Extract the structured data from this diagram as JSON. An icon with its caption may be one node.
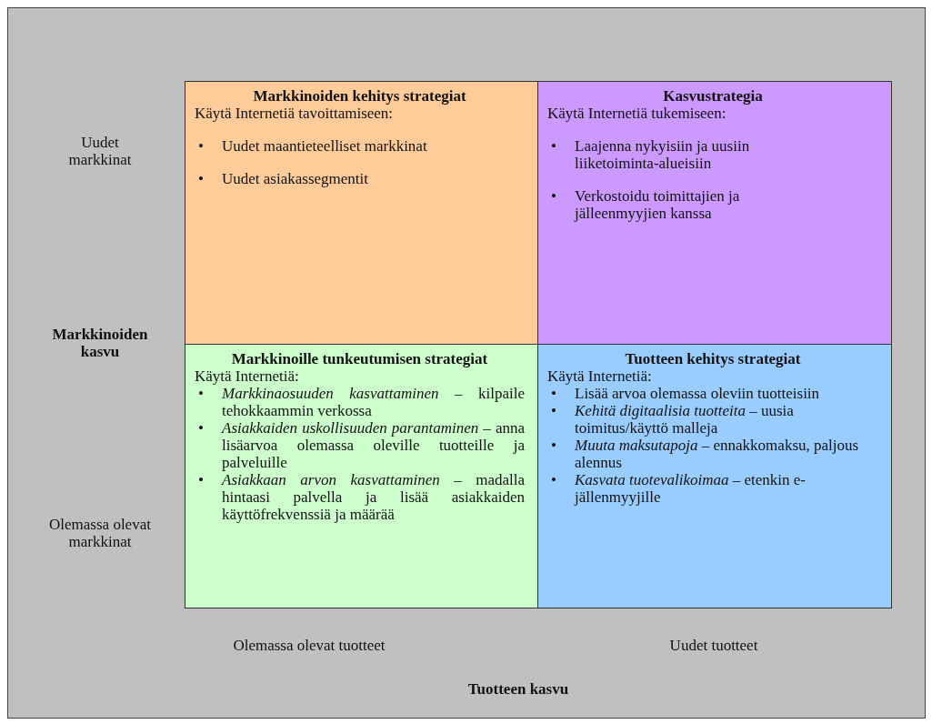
{
  "diagram": {
    "nodes": [
      {
        "text": [
          "Markkinoiden kehitys strategiat",
          "Käytä Internetiä tavoittamiseen:",
          "• Uudet maantieteelliset markkinat",
          "• Uudet asiakassegmentit"
        ]
      },
      {
        "text": [
          "Kasvustrategia",
          "Käytä Internetiä tukemiseen:",
          "• Laajenna nykyisiin ja uusiin liiketoiminta-alueisiin",
          "• Verkostoidu toimittajien ja jälleenmyyjien kanssa"
        ]
      },
      {
        "text": [
          "Markkinoille tunkeutumisen strategiat",
          "Käytä Internetiä:",
          "• *Markkinaosuuden kasvattaminen* – kilpaile tehokkaammin verkossa",
          "• *Asiakkaiden uskollisuuden parantaminen* – anna lisäarvoa olemassa oleville tuotteille ja palveluille",
          "• *Asiakkaan arvon kasvattaminen* – madalla hintaasi palvella ja lisää asiakkaiden käyttöfrekvenssiä ja määrää"
        ]
      },
      {
        "text": [
          "Tuotteen kehitys strategiat",
          "Käytä Internetiä:",
          "• Lisää arvoa olemassa oleviin tuotteisiin",
          "• *Kehitä digitaalisia tuotteita* – uusia toimitus/käyttö malleja",
          "• *Muuta maksutapoja* – ennakkomaksu, paljous alennus",
          "• *Kasvata tuotevalikoimaa* – etenkin e-jällenmyyjille"
        ]
      }
    ],
    "labels": [
      "Uudet markkinat",
      "Markkinoiden kasvu",
      "Olemassa olevat markkinat",
      "Olemassa olevat tuotteet",
      "Uudet tuotteet",
      "Tuotteen kasvu"
    ]
  }
}
